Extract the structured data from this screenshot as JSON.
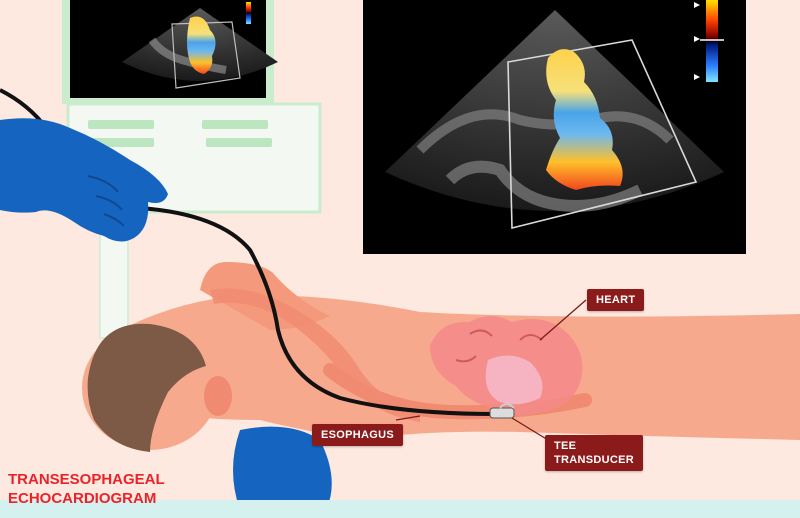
{
  "title": {
    "line1": "TRANSESOPHAGEAL",
    "line2": "ECHOCARDIOGRAM"
  },
  "labels": {
    "heart": "HEART",
    "esophagus": "ESOPHAGUS",
    "tee_transducer": "TEE\nTRANSDUCER"
  },
  "colors": {
    "background": "#fde9df",
    "label_fill": "#8b1a1a",
    "title_text": "#e8242a",
    "glove": "#1565c0",
    "monitor_frame": "#c9eccc",
    "screen": "#000000",
    "skin": "#f7a98d",
    "hair": "#7d5a45"
  },
  "icons": [
    "gloved-hand-icon",
    "ultrasound-monitor-icon",
    "patient-figure-icon",
    "heart-icon",
    "tee-probe-icon"
  ]
}
